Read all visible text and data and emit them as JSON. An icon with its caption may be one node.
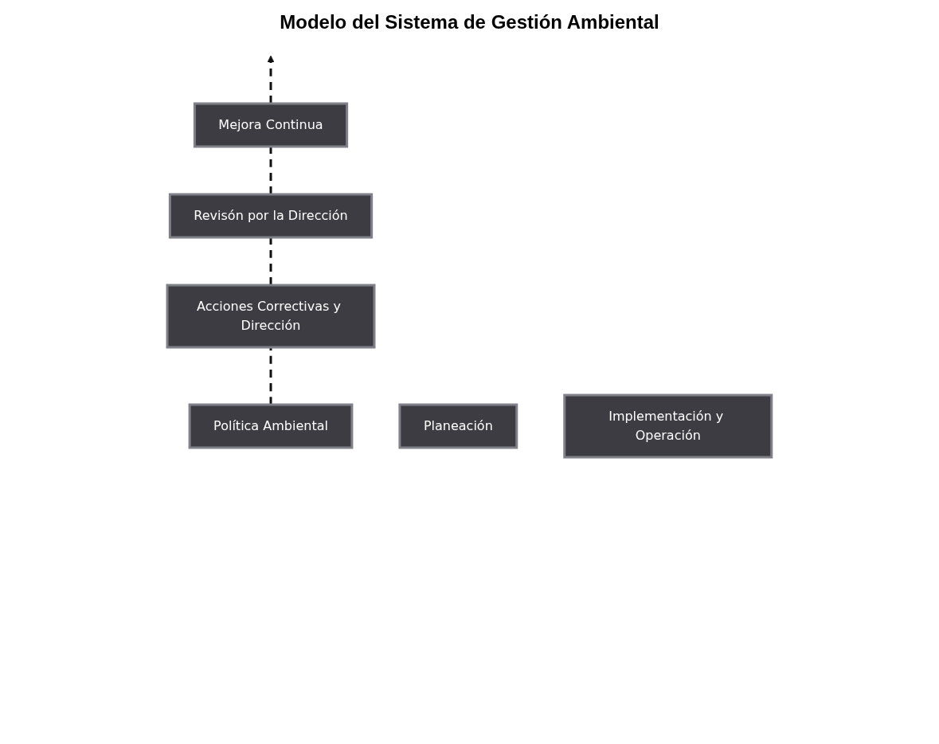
{
  "diagram": {
    "title": "Modelo del Sistema de Gestión Ambiental",
    "nodes": [
      {
        "text": [
          "Mejora Continua"
        ]
      },
      {
        "text": [
          "Revisón por la Dirección"
        ]
      },
      {
        "text": [
          "Acciones Correctivas y Dirección"
        ]
      },
      {
        "text": [
          "Política Ambiental"
        ]
      },
      {
        "text": [
          "Planeación"
        ]
      },
      {
        "text": [
          "Implementación y Operación"
        ]
      }
    ],
    "edges": [
      {
        "from": 3,
        "to": 2,
        "arrow": "none",
        "style": "dashed"
      },
      {
        "from": 2,
        "to": 1,
        "arrow": "none",
        "style": "dashed"
      },
      {
        "from": 1,
        "to": 0,
        "arrow": "none",
        "style": "dashed"
      },
      {
        "from": 0,
        "to": null,
        "arrow": "to",
        "style": "dashed"
      }
    ]
  }
}
